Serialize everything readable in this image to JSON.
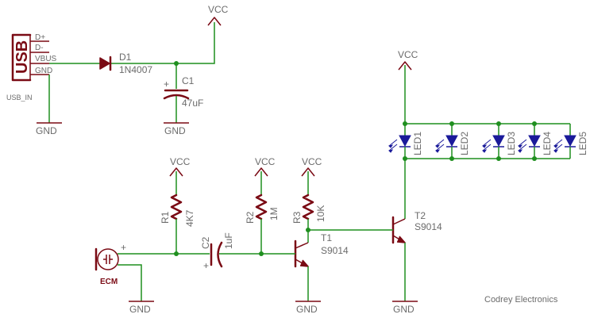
{
  "usb": {
    "name": "USB",
    "pins": [
      "D+",
      "D-",
      "VBUS",
      "GND"
    ],
    "part_label": "USB_IN"
  },
  "d1": {
    "ref": "D1",
    "value": "1N4007"
  },
  "c1": {
    "ref": "C1",
    "value": "47uF",
    "plus": "+"
  },
  "c2": {
    "ref": "C2",
    "value": "1uF",
    "plus": "+"
  },
  "r1": {
    "ref": "R1",
    "value": "4K7"
  },
  "r2": {
    "ref": "R2",
    "value": "1M"
  },
  "r3": {
    "ref": "R3",
    "value": "10K"
  },
  "t1": {
    "ref": "T1",
    "value": "S9014"
  },
  "t2": {
    "ref": "T2",
    "value": "S9014"
  },
  "ecm": {
    "ref": "ECM",
    "plus": "+"
  },
  "leds": [
    "LED1",
    "LED2",
    "LED3",
    "LED4",
    "LED5"
  ],
  "nets": {
    "vcc": "VCC",
    "gnd": "GND"
  },
  "credit": "Codrey Electronics",
  "colors": {
    "wire": "#1f8f1f",
    "part": "#7a0a14",
    "led": "#1a1a9a",
    "text": "#6b6b6b"
  }
}
